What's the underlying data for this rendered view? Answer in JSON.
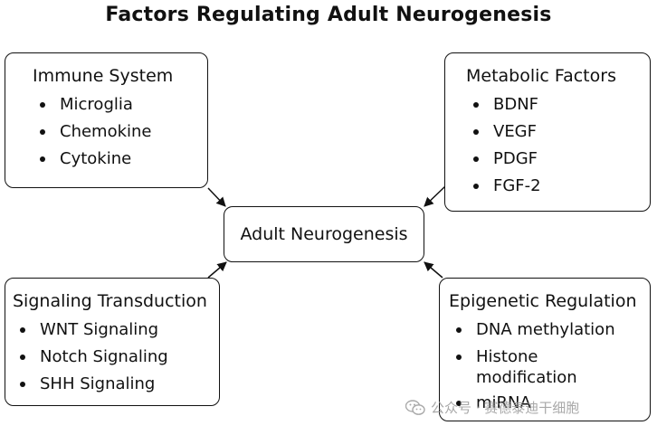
{
  "title": "Factors Regulating Adult Neurogenesis",
  "center": {
    "label": "Adult Neurogenesis"
  },
  "boxes": {
    "immune": {
      "heading": "Immune System",
      "items": [
        "Microglia",
        "Chemokine",
        "Cytokine"
      ]
    },
    "metabolic": {
      "heading": "Metabolic Factors",
      "items": [
        "BDNF",
        "VEGF",
        "PDGF",
        "FGF-2"
      ]
    },
    "signaling": {
      "heading": "Signaling Transduction",
      "items": [
        "WNT Signaling",
        "Notch Signaling",
        "SHH Signaling"
      ]
    },
    "epigenetic": {
      "heading": "Epigenetic Regulation",
      "items": [
        "DNA methylation",
        "Histone modification",
        "miRNA"
      ]
    }
  },
  "watermark": {
    "text": "公众号 · 赛德泰迪干细胞",
    "icon": "wechat-icon"
  },
  "colors": {
    "stroke": "#111111",
    "watermark": "#9a9a9a"
  }
}
